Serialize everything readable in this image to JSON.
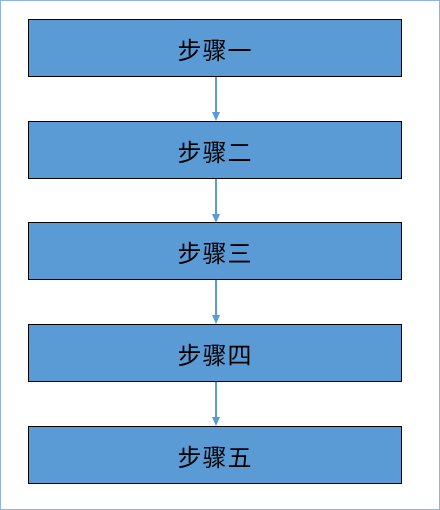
{
  "flowchart": {
    "steps": [
      {
        "label": "步骤一"
      },
      {
        "label": "步骤二"
      },
      {
        "label": "步骤三"
      },
      {
        "label": "步骤四"
      },
      {
        "label": "步骤五"
      }
    ]
  },
  "colors": {
    "box_fill": "#5b9bd5",
    "box_border": "#000000",
    "arrow": "#5b9bd5",
    "frame_border": "#8eb4e3"
  }
}
